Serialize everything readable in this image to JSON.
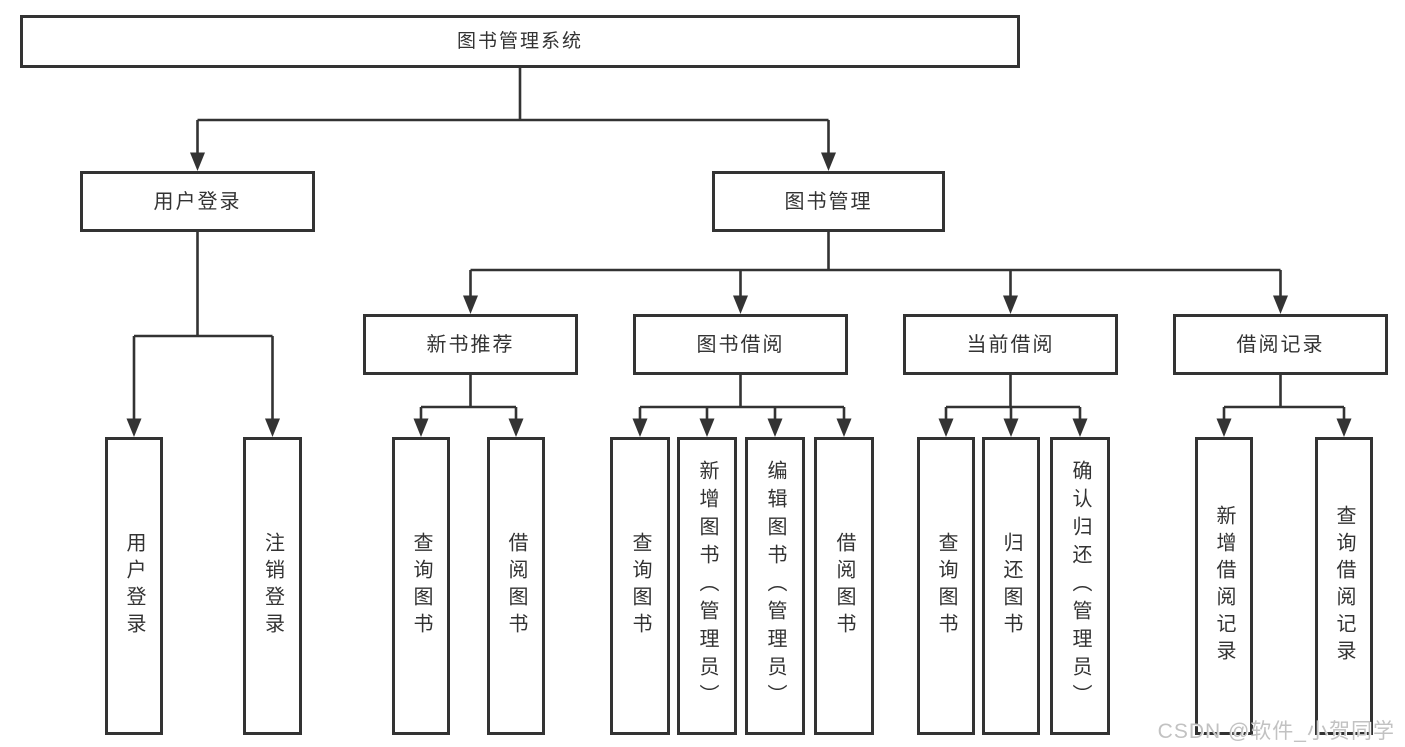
{
  "tree": {
    "label": "图书管理系统",
    "children": [
      {
        "label": "用户登录",
        "children": [
          {
            "label": "用户登录"
          },
          {
            "label": "注销登录"
          }
        ]
      },
      {
        "label": "图书管理",
        "children": [
          {
            "label": "新书推荐",
            "children": [
              {
                "label": "查询图书"
              },
              {
                "label": "借阅图书"
              }
            ]
          },
          {
            "label": "图书借阅",
            "children": [
              {
                "label": "查询图书"
              },
              {
                "label": "新增图书（管理员）"
              },
              {
                "label": "编辑图书（管理员）"
              },
              {
                "label": "借阅图书"
              }
            ]
          },
          {
            "label": "当前借阅",
            "children": [
              {
                "label": "查询图书"
              },
              {
                "label": "归还图书"
              },
              {
                "label": "确认归还（管理员）"
              }
            ]
          },
          {
            "label": "借阅记录",
            "children": [
              {
                "label": "新增借阅记录"
              },
              {
                "label": "查询借阅记录"
              }
            ]
          }
        ]
      }
    ]
  },
  "watermark": "CSDN @软件_小贺同学",
  "colors": {
    "line": "#333333",
    "box_border": "#333333",
    "box_fill": "#ffffff",
    "text": "#333333",
    "background": "#ffffff",
    "watermark": "#c2c2c2"
  }
}
